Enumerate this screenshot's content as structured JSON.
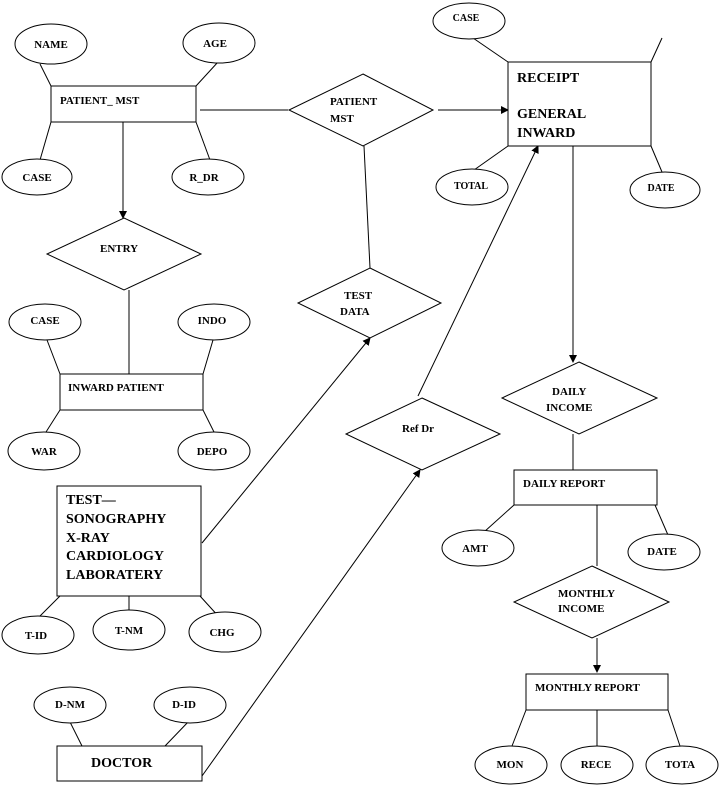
{
  "diagram": {
    "entities": {
      "patient_mst": "PATIENT_ MST",
      "receipt": [
        "RECEIPT",
        "",
        "GENERAL",
        "INWARD"
      ],
      "inward_patient": "INWARD PATIENT",
      "test": [
        "TEST—",
        "SONOGRAPHY",
        "X-RAY",
        "CARDIOLOGY",
        "LABORATERY"
      ],
      "doctor": "DOCTOR",
      "daily_report": "DAILY REPORT",
      "monthly_report": "MONTHLY REPORT"
    },
    "relationships": {
      "patient_mst_rel": [
        "PATIENT",
        "MST"
      ],
      "entry": [
        "ENTRY"
      ],
      "test_data": [
        "TEST",
        "DATA"
      ],
      "ref_dr": [
        "Ref Dr"
      ],
      "daily_income": [
        "DAILY",
        "INCOME"
      ],
      "monthly_income": [
        "MONTHLY",
        "INCOME"
      ]
    },
    "attributes": {
      "name": "NAME",
      "age": "AGE",
      "pm_case": "CASE",
      "r_dr": "R_DR",
      "rc_case": "CASE",
      "total": "TOTAL",
      "rc_date": "DATE",
      "ip_case": "CASE",
      "indo": "INDO",
      "war": "WAR",
      "depo": "DEPO",
      "t_id": "T-ID",
      "t_nm": "T-NM",
      "chg": "CHG",
      "d_nm": "D-NM",
      "d_id": "D-ID",
      "amt": "AMT",
      "dr_date": "DATE",
      "mon": "MON",
      "rece": "RECE",
      "tota": "TOTA"
    }
  }
}
